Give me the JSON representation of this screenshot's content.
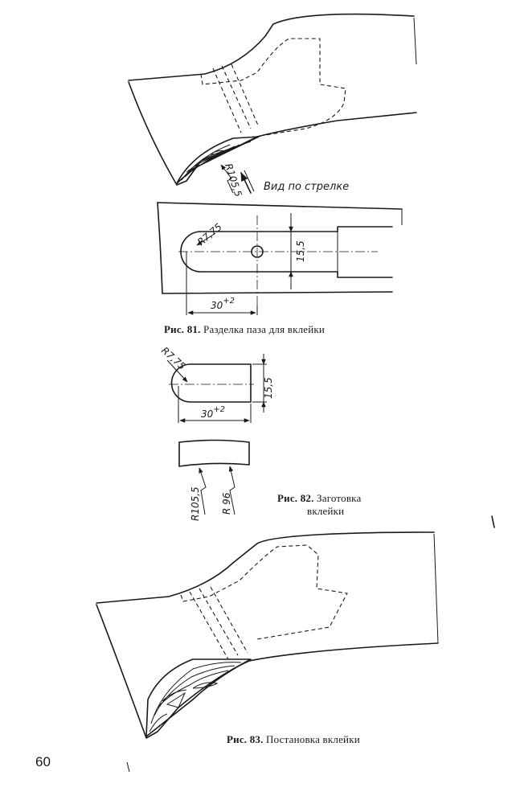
{
  "figure81": {
    "view_note": "Вид по стрелке",
    "dim_radius_arc": "R105,5",
    "dim_radius_end": "R7,75",
    "dim_width": "15,5",
    "dim_length": "30",
    "dim_length_tolerance": "+2",
    "caption_label": "Рис. 81.",
    "caption_text": "Разделка паза для вклейки"
  },
  "figure82": {
    "dim_radius_end": "R7,75",
    "dim_width": "15,5",
    "dim_length": "30",
    "dim_length_tolerance": "+2",
    "dim_outer_radius": "R105,5",
    "dim_inner_radius": "R 96",
    "caption_label": "Рис. 82.",
    "caption_line1": "Заготовка",
    "caption_line2": "вклейки"
  },
  "figure83": {
    "caption_label": "Рис. 83.",
    "caption_text": "Постановка вклейки"
  },
  "page_number": "60"
}
